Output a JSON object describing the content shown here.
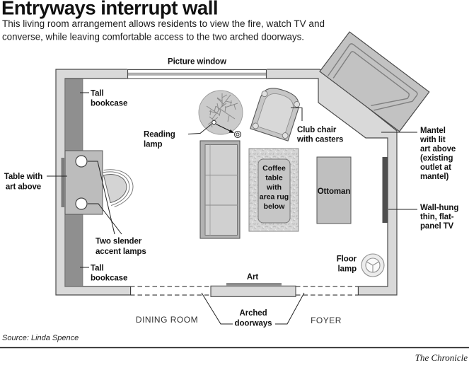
{
  "header": {
    "title": "Entryways interrupt wall",
    "subtitle_lines": [
      "This living room arrangement allows residents to view the fire, watch TV and",
      "converse, while leaving comfortable access to the two arched doorways."
    ]
  },
  "plan": {
    "rooms": {
      "dining_room": "DINING ROOM",
      "foyer": "FOYER"
    },
    "labels": {
      "picture_window": "Picture window",
      "tall_bookcase_top": [
        "Tall",
        "bookcase"
      ],
      "reading_lamp": [
        "Reading",
        "lamp"
      ],
      "club_chair": [
        "Club chair",
        "with casters"
      ],
      "mantel": [
        "Mantel",
        "with lit",
        "art above",
        "(existing",
        "outlet at",
        "mantel)"
      ],
      "flat_panel_tv": [
        "Wall-hung",
        "thin, flat-",
        "panel TV"
      ],
      "ottoman": "Ottoman",
      "coffee_table": [
        "Coffee",
        "table",
        "with",
        "area rug",
        "below"
      ],
      "table_with_art": [
        "Table with",
        "art above"
      ],
      "accent_lamps": [
        "Two slender",
        "accent lamps"
      ],
      "tall_bookcase_bottom": [
        "Tall",
        "bookcase"
      ],
      "art": "Art",
      "floor_lamp": [
        "Floor",
        "lamp"
      ],
      "arched_doorways": [
        "Arched",
        "doorways"
      ]
    }
  },
  "footer": {
    "source": "Source: Linda Spence",
    "credit": "The Chronicle"
  },
  "colors": {
    "wall_fill": "#d9d9d9",
    "wall_stroke": "#4a4a4a",
    "bookcase": "#8f8f8f",
    "furniture": "#c6c6c6",
    "rug": "#d6d6d6",
    "tv": "#4f4f4f",
    "art_bar": "#8c8c8c",
    "text": "#111111"
  }
}
